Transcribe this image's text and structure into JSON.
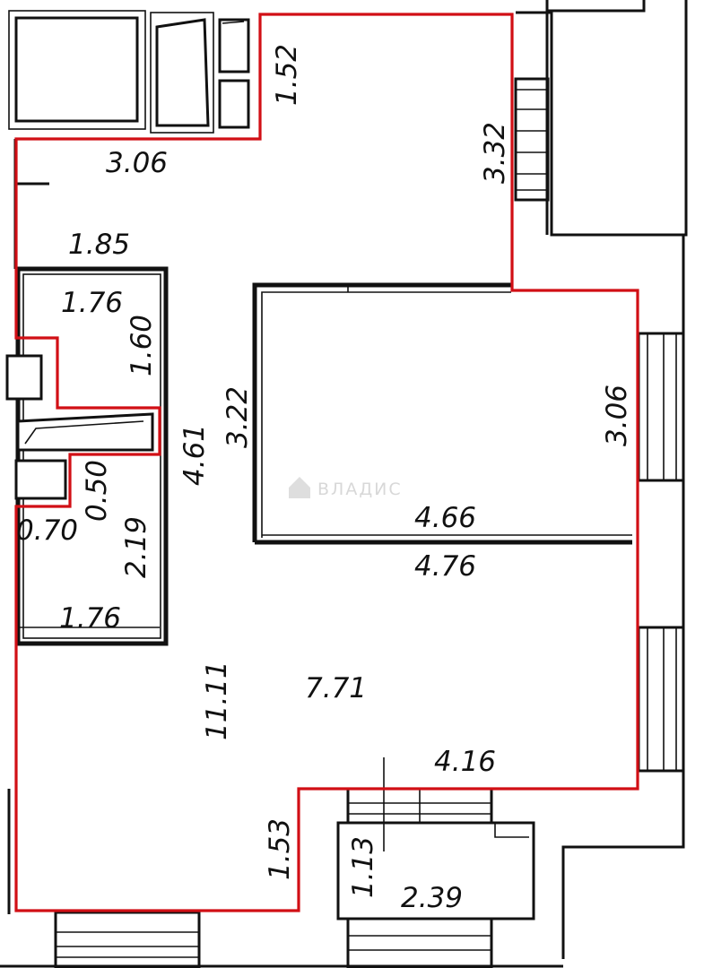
{
  "plan": {
    "dimensions": {
      "top_left_width": "3.06",
      "top_left_notch": "1.52",
      "kitchen_height": "3.32",
      "hall_width": "1.85",
      "bath_top_width": "1.76",
      "bath_height": "1.60",
      "bath_bottom_width": "1.76",
      "step_height": "0.50",
      "step_width": "0.70",
      "wc_height": "2.19",
      "corridor_length": "4.61",
      "room_height_left": "3.22",
      "room_height_right": "3.06",
      "room_width_inner": "4.66",
      "room_width_outer": "4.76",
      "total_length": "11.11",
      "living_width": "7.71",
      "bottom_right_width": "4.16",
      "bottom_step": "1.53",
      "balcony_depth": "1.13",
      "balcony_width": "2.39"
    },
    "watermark": "ВЛАДИС",
    "colors": {
      "outline": "#d10f15",
      "walls": "#111111"
    }
  }
}
